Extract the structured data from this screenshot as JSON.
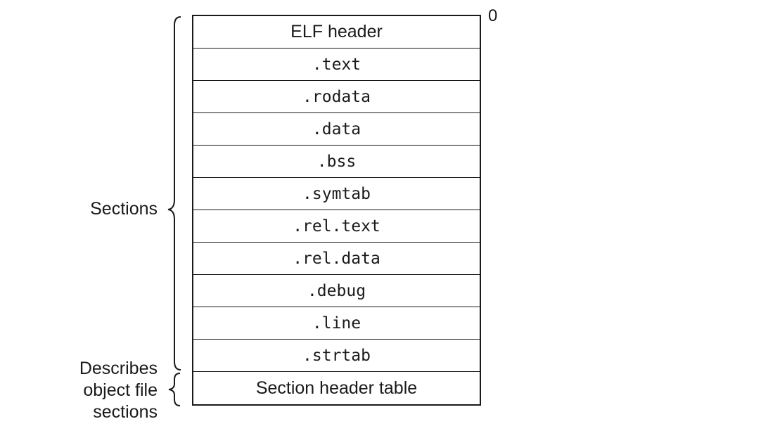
{
  "diagram": {
    "offset_label": "0",
    "sections_label": "Sections",
    "describes_label_lines": [
      "Describes",
      "object file",
      "sections"
    ],
    "rows": [
      {
        "label": "ELF header",
        "style": "sans"
      },
      {
        "label": ".text",
        "style": "mono"
      },
      {
        "label": ".rodata",
        "style": "mono"
      },
      {
        "label": ".data",
        "style": "mono"
      },
      {
        "label": ".bss",
        "style": "mono"
      },
      {
        "label": ".symtab",
        "style": "mono"
      },
      {
        "label": ".rel.text",
        "style": "mono"
      },
      {
        "label": ".rel.data",
        "style": "mono"
      },
      {
        "label": ".debug",
        "style": "mono"
      },
      {
        "label": ".line",
        "style": "mono"
      },
      {
        "label": ".strtab",
        "style": "mono"
      },
      {
        "label": "Section header table",
        "style": "sans"
      }
    ]
  }
}
